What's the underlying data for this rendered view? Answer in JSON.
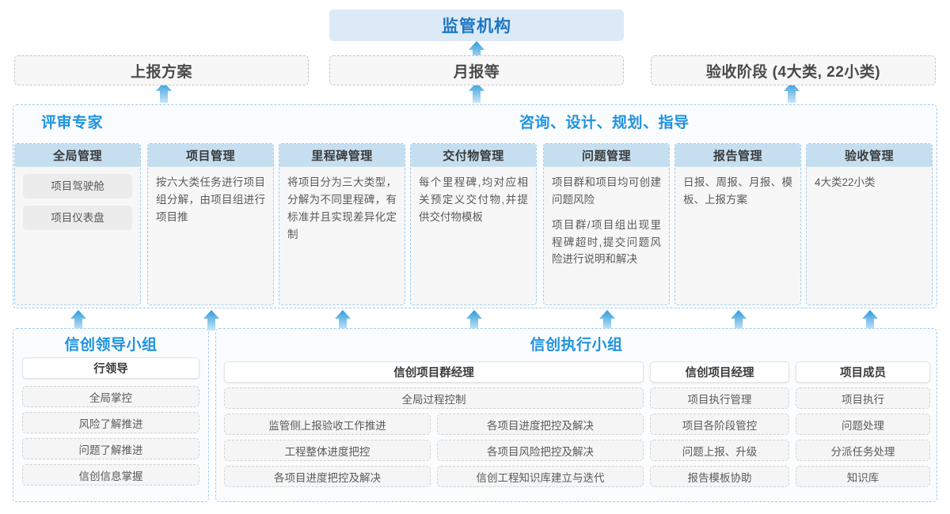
{
  "top": {
    "regulator_label": "监管机构",
    "submissions": [
      {
        "label": "上报方案"
      },
      {
        "label": "月报等"
      },
      {
        "label": "验收阶段 (4大类, 22小类)"
      }
    ]
  },
  "band": {
    "left_label": "评审专家",
    "right_label": "咨询、设计、规划、指导",
    "columns": [
      {
        "header": "全局管理",
        "pills": [
          "项目驾驶舱",
          "项目仪表盘"
        ],
        "paragraphs": []
      },
      {
        "header": "项目管理",
        "pills": [],
        "paragraphs": [
          "按六大类任务进行项目组分解，由项目组进行项目推"
        ]
      },
      {
        "header": "里程碑管理",
        "pills": [],
        "paragraphs": [
          "将项目分为三大类型，分解为不同里程碑，有标准并且实现差异化定制"
        ]
      },
      {
        "header": "交付物管理",
        "pills": [],
        "paragraphs": [
          "每个里程碑,均对应相关预定义交付物,并提供交付物模板"
        ]
      },
      {
        "header": "问题管理",
        "pills": [],
        "paragraphs": [
          "项目群和项目均可创建问题风险",
          "项目群/项目组出现里程碑超时,提交问题风险进行说明和解决"
        ]
      },
      {
        "header": "报告管理",
        "pills": [],
        "paragraphs": [
          "日报、周报、月报、模板、上报方案"
        ]
      },
      {
        "header": "验收管理",
        "pills": [],
        "paragraphs": [
          "4大类22小类"
        ]
      }
    ]
  },
  "bottom": {
    "leader_group": {
      "title": "信创领导小组",
      "role": "行领导",
      "tasks": [
        "全局掌控",
        "风险了解推进",
        "问题了解推进",
        "信创信息掌握"
      ]
    },
    "exec_group": {
      "title": "信创执行小组",
      "columns": [
        {
          "role": "信创项目群经理",
          "full_width_task": "全局过程控制",
          "left_tasks": [
            "监管侧上报验收工作推进",
            "工程整体进度把控",
            "各项目进度把控及解决"
          ],
          "right_tasks": [
            "各项目进度把控及解决",
            "各项目风险把控及解决",
            "信创工程知识库建立与迭代"
          ]
        },
        {
          "role": "信创项目经理",
          "tasks": [
            "项目执行管理",
            "项目各阶段管控",
            "问题上报、升级",
            "报告模板协助"
          ]
        },
        {
          "role": "项目成员",
          "tasks": [
            "项目执行",
            "问题处理",
            "分派任务处理",
            "知识库"
          ]
        }
      ]
    }
  },
  "colors": {
    "accent_blue": "#1f93e0",
    "header_blue": "#c6dff0",
    "title_band": "#dce9f7",
    "arrow_top": "#2f9bdc",
    "arrow_bottom": "#bfe0f3"
  },
  "icons": {
    "arrow": "arrow-up-icon"
  }
}
